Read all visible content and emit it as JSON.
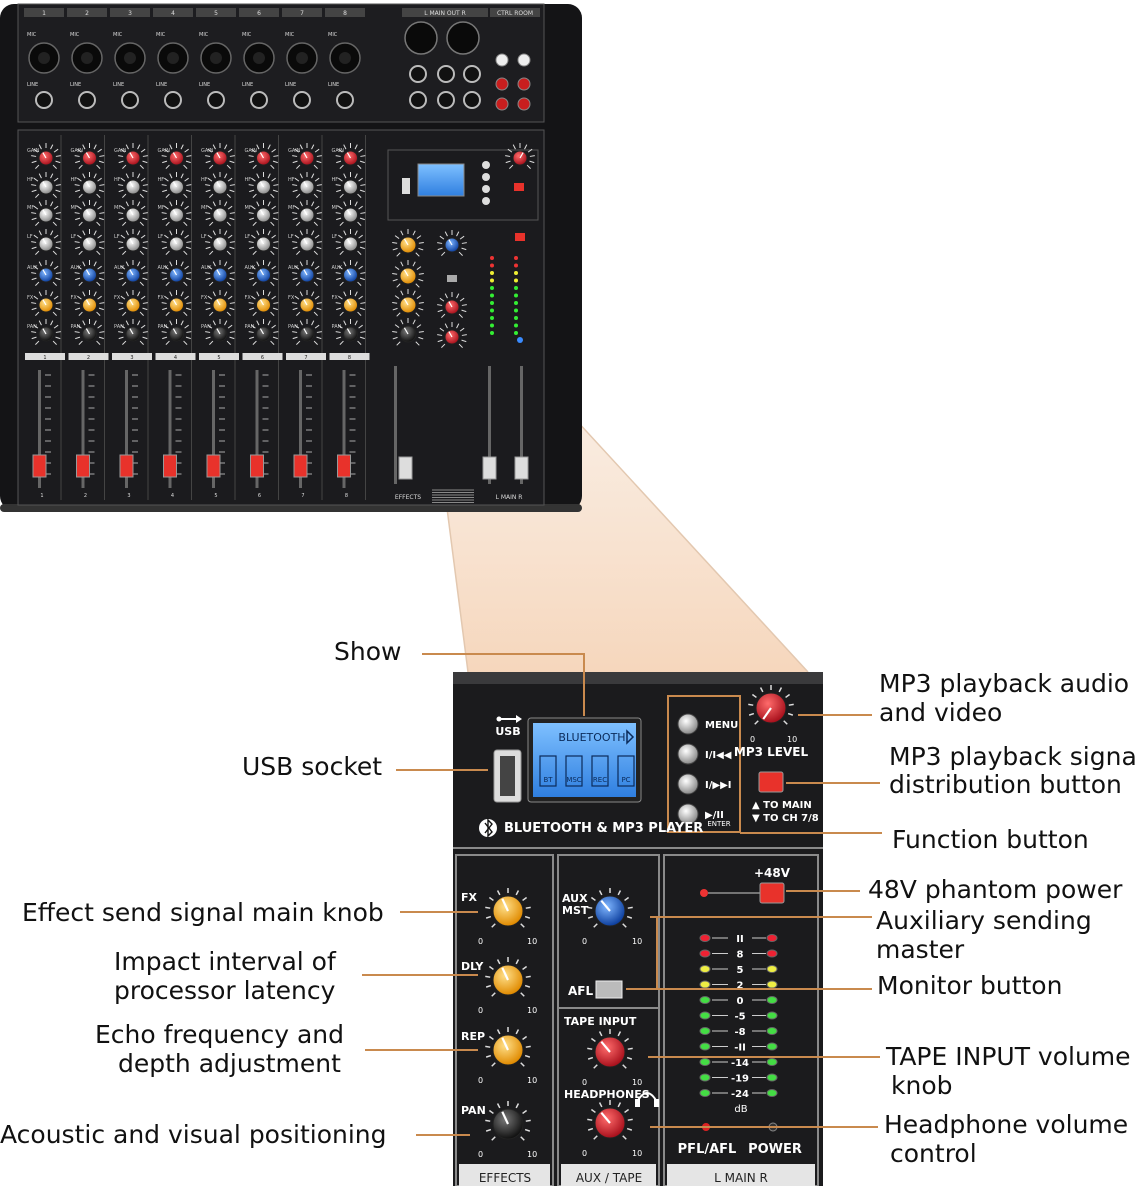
{
  "mixer": {
    "channel_numbers": [
      "1",
      "2",
      "3",
      "4",
      "5",
      "6",
      "7",
      "8"
    ],
    "top_labels": {
      "main_out": "L  MAIN OUT  R",
      "ctrl_room": "CTRL ROOM",
      "mic": "MIC",
      "line": "LINE"
    },
    "strip_labels": {
      "gain": "GAIN",
      "hf": "HF",
      "mf": "MF",
      "lf": "LF",
      "aux": "AUX",
      "fx": "FX",
      "pan": "PAN"
    },
    "effects_label": "EFFECTS",
    "main_label": "L  MAIN  R"
  },
  "panel": {
    "usb": "USB",
    "lcd_title": "BLUETOOTH",
    "lcd_icons": [
      "BT",
      "MSC",
      "REC",
      "PC"
    ],
    "menu_buttons": [
      "MENU",
      "I/I◀◀",
      "I/▶▶I",
      "▶/II"
    ],
    "enter": "ENTER",
    "mp3_level": "MP3 LEVEL",
    "to_main": "▲ TO MAIN",
    "to_ch": "▼ TO CH 7/8",
    "player_title": "BLUETOOTH & MP3 PLAYER",
    "fx": "FX",
    "dly": "DLY",
    "rep": "REP",
    "pan": "PAN",
    "aux_mst": "AUX",
    "aux_mst2": "MST",
    "afl": "AFL",
    "tape_input": "TAPE INPUT",
    "headphones": "HEADPHONES",
    "phantom": "+48V",
    "meter_scale": [
      "II",
      "8",
      "5",
      "2",
      "0",
      "-5",
      "-8",
      "-II",
      "-14",
      "-19",
      "-24"
    ],
    "db": "dB",
    "pfl_afl": "PFL/AFL",
    "power": "POWER",
    "effects": "EFFECTS",
    "aux_tape": "AUX / TAPE",
    "main": "L  MAIN  R",
    "knob_min": "0",
    "knob_max": "10"
  },
  "annotations": {
    "show": "Show",
    "usb_socket": "USB socket",
    "effect_send": "Effect send signal main knob",
    "impact_1": "Impact interval of",
    "impact_2": "processor latency",
    "echo_1": "Echo frequency and",
    "echo_2": "depth adjustment",
    "acoustic": "Acoustic and visual positioning",
    "mp3_audio_1": "MP3 playback audio",
    "mp3_audio_2": "and video",
    "mp3_signal_1": "MP3 playback signa",
    "mp3_signal_2": "distribution button",
    "function": "Function button",
    "phantom_power": "48V phantom power",
    "aux_send_1": "Auxiliary sending",
    "aux_send_2": "master",
    "monitor": "Monitor button",
    "tape_1": "TAPE INPUT volume",
    "tape_2": "knob",
    "headphone_1": "Headphone volume",
    "headphone_2": "control"
  },
  "colors": {
    "leader": "#c98a4e",
    "panel": "#1b1b1d",
    "knob_red": "#d1202d",
    "knob_orange": "#f5a21a",
    "knob_blue": "#1d63c9",
    "lcd": "#3d8fe8"
  }
}
